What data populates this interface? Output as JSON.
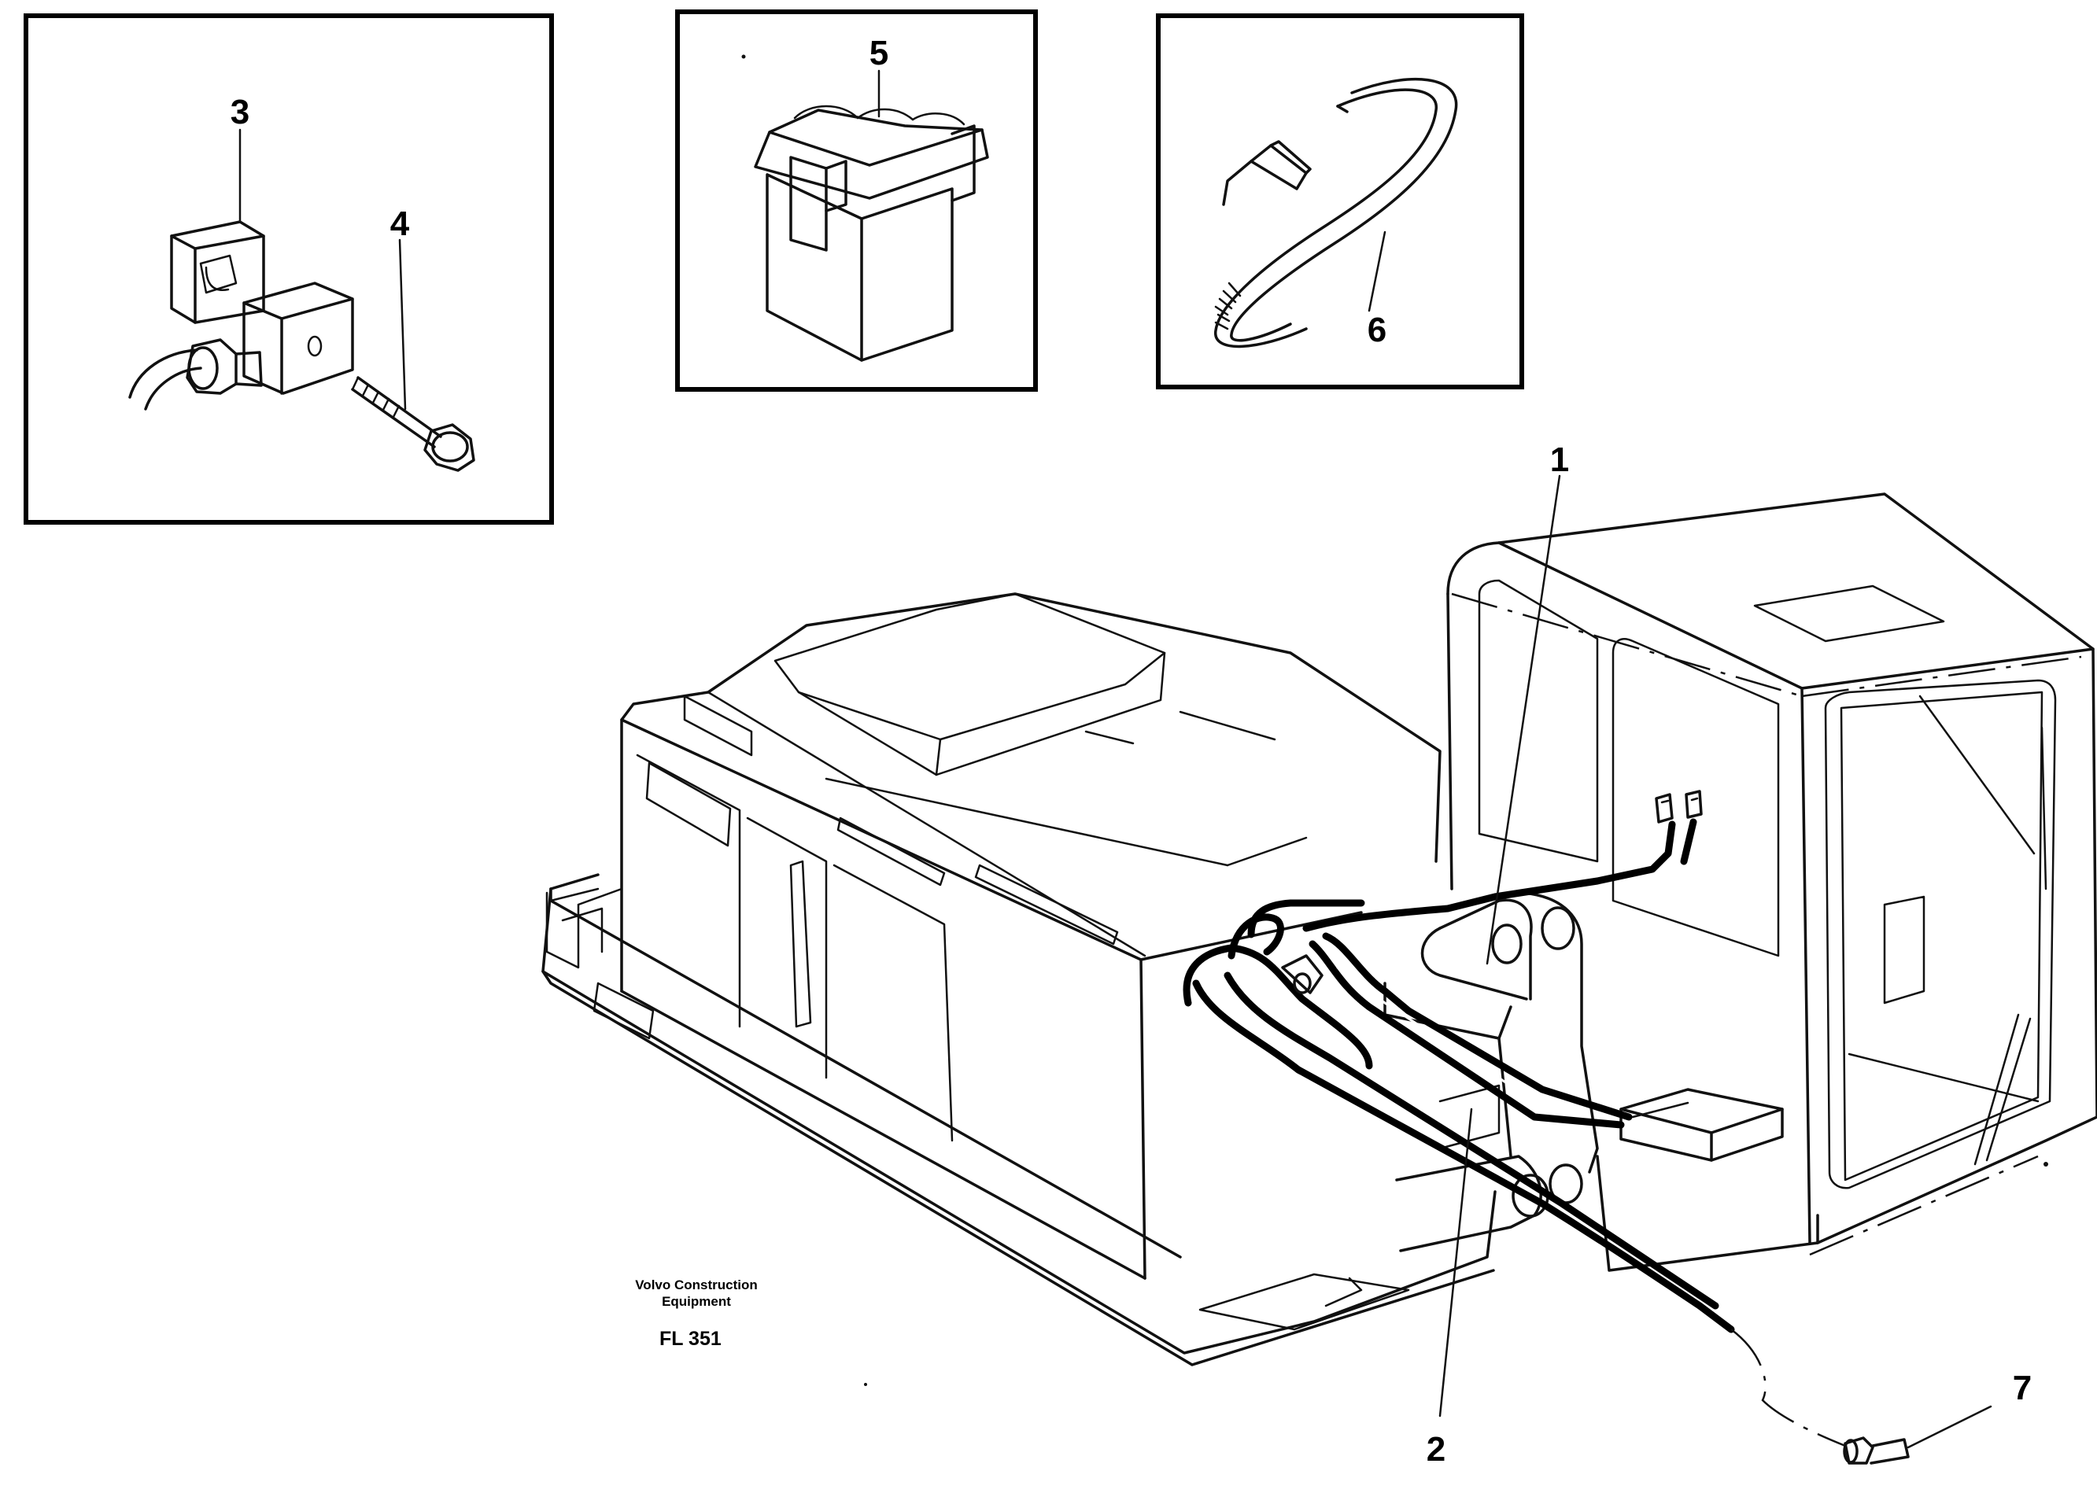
{
  "callouts": {
    "c1": "1",
    "c2": "2",
    "c3": "3",
    "c4": "4",
    "c5": "5",
    "c6": "6",
    "c7": "7"
  },
  "maker": {
    "line1": "Volvo Construction",
    "line2": "Equipment"
  },
  "drawing_code": "FL 351"
}
